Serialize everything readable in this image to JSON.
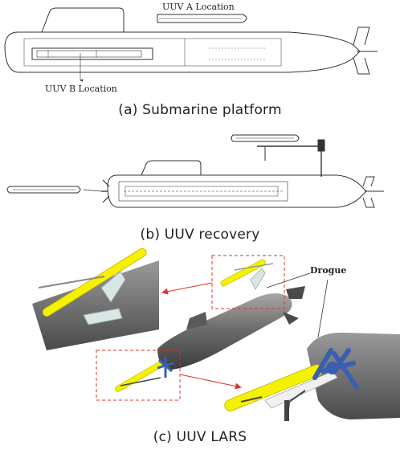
{
  "panel_a": {
    "caption": "(a) Submarine platform",
    "label_uuv_a": "UUV A Location",
    "label_uuv_b": "UUV B Location"
  },
  "panel_b": {
    "caption": "(b) UUV recovery"
  },
  "panel_c": {
    "caption": "(c) UUV LARS",
    "label_drogue": "Drogue"
  },
  "colors": {
    "line": "#333333",
    "uuv_yellow": "#f5f200",
    "hull_gray": "#6a6a6a",
    "propeller_blue": "#3a5fb0",
    "callout_red": "#e03030"
  }
}
